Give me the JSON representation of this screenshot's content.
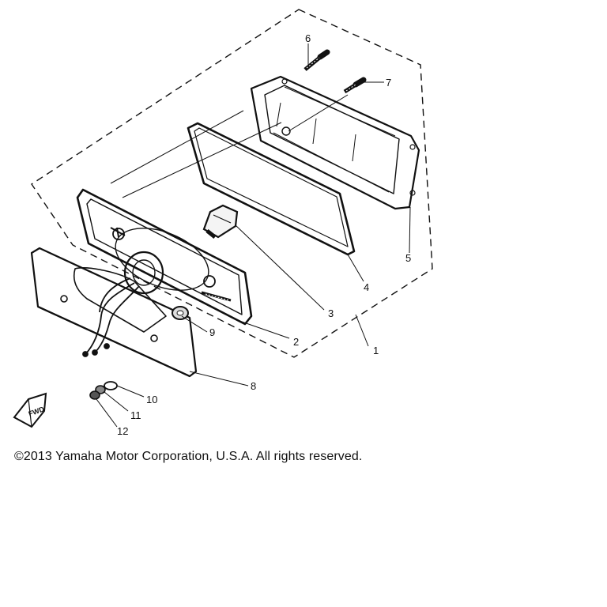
{
  "diagram": {
    "callouts": [
      {
        "id": "part-1",
        "label": "1"
      },
      {
        "id": "part-2",
        "label": "2"
      },
      {
        "id": "part-3",
        "label": "3"
      },
      {
        "id": "part-4",
        "label": "4"
      },
      {
        "id": "part-5",
        "label": "5"
      },
      {
        "id": "part-6",
        "label": "6"
      },
      {
        "id": "part-7",
        "label": "7"
      },
      {
        "id": "part-8",
        "label": "8"
      },
      {
        "id": "part-9",
        "label": "9"
      },
      {
        "id": "part-10",
        "label": "10"
      },
      {
        "id": "part-11",
        "label": "11"
      },
      {
        "id": "part-12",
        "label": "12"
      }
    ],
    "fwd_marker": "FWD",
    "line_color": "#111111",
    "background": "#ffffff"
  },
  "footer": {
    "copyright": "©2013 Yamaha Motor Corporation, U.S.A. All rights reserved."
  }
}
